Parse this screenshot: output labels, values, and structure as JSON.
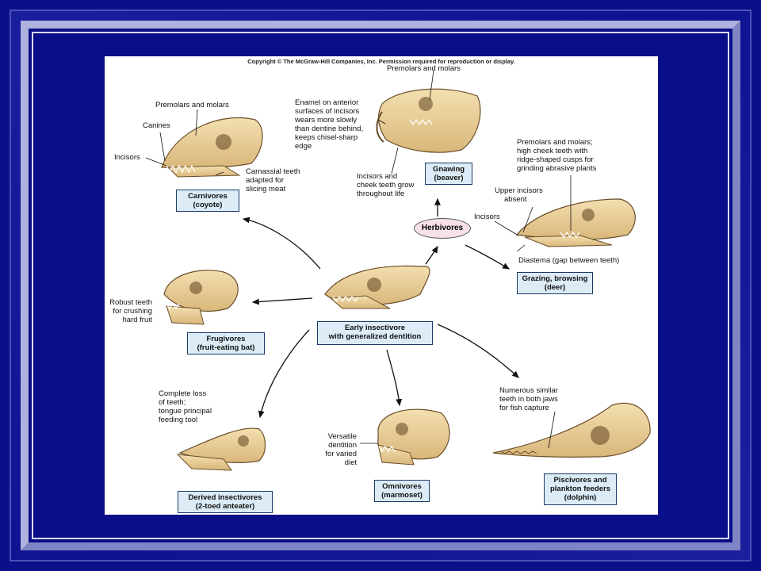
{
  "copyright": "Copyright © The McGraw-Hill Companies, Inc. Permission required for reproduction or display.",
  "center": {
    "line1": "Early insectivore",
    "line2": "with generalized dentition"
  },
  "herbivores": "Herbivores",
  "carnivores": {
    "box1": "Carnivores",
    "box2": "(coyote)",
    "premolars": "Premolars and molars",
    "canines": "Canines",
    "incisors": "Incisors",
    "carnassial1": "Carnassial teeth",
    "carnassial2": "adapted for",
    "carnassial3": "slicing meat"
  },
  "gnawing": {
    "box1": "Gnawing",
    "box2": "(beaver)",
    "premolars": "Premolars and molars",
    "enamel1": "Enamel on anterior",
    "enamel2": "surfaces of incisors",
    "enamel3": "wears more slowly",
    "enamel4": "than dentine behind,",
    "enamel5": "keeps chisel-sharp",
    "enamel6": "edge",
    "incisors1": "Incisors and",
    "incisors2": "cheek teeth grow",
    "incisors3": "throughout life"
  },
  "grazing": {
    "box1": "Grazing, browsing",
    "box2": "(deer)",
    "premolars1": "Premolars and molars;",
    "premolars2": "high cheek teeth with",
    "premolars3": "ridge-shaped cusps for",
    "premolars4": "grinding abrasive plants",
    "upper1": "Upper incisors",
    "upper2": "absent",
    "incisors": "Incisors",
    "diastema": "Diastema (gap between teeth)"
  },
  "frugivores": {
    "box1": "Frugivores",
    "box2": "(fruit-eating bat)",
    "robust1": "Robust teeth",
    "robust2": "for crushing",
    "robust3": "hard fruit"
  },
  "derived": {
    "box1": "Derived insectivores",
    "box2": "(2-toed anteater)",
    "loss1": "Complete loss",
    "loss2": "of teeth;",
    "loss3": "tongue principal",
    "loss4": "feeding tool"
  },
  "omnivores": {
    "box1": "Omnivores",
    "box2": "(marmoset)",
    "vers1": "Versatile",
    "vers2": "dentition",
    "vers3": "for varied",
    "vers4": "diet"
  },
  "piscivores": {
    "box1": "Piscivores and",
    "box2": "plankton feeders",
    "box3": "(dolphin)",
    "num1": "Numerous similar",
    "num2": "teeth in both jaws",
    "num3": "for fish capture"
  },
  "colors": {
    "background": "#0b0f8a",
    "bone": "#e9cf95",
    "box_fill": "#dcebf6",
    "oval_fill": "#f6e1ea"
  }
}
